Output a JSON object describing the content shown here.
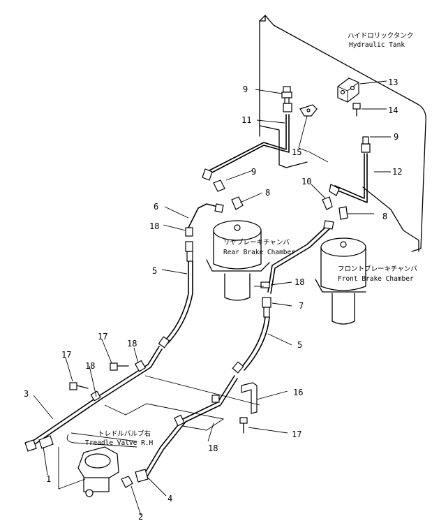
{
  "labels": {
    "hydraulic_tank_jp": "ハイドロリックタンク",
    "hydraulic_tank_en": "Hydraulic Tank",
    "rear_chamber_jp": "リヤブレーキチャンバ",
    "rear_chamber_en": "Rear Brake Chamber",
    "front_chamber_jp": "フロントブレーキチャンバ",
    "front_chamber_en": "Front Brake Chamber",
    "treadle_jp": "トレドルバルブ右",
    "treadle_en": "Treadle Valve R.H"
  },
  "callouts": {
    "c1": "1",
    "c2": "2",
    "c3": "3",
    "c4": "4",
    "c5a": "5",
    "c5b": "5",
    "c6": "6",
    "c7": "7",
    "c8a": "8",
    "c8b": "8",
    "c9a": "9",
    "c9b": "9",
    "c9c": "9",
    "c10": "10",
    "c11": "11",
    "c12": "12",
    "c13": "13",
    "c14": "14",
    "c15": "15",
    "c16": "16",
    "c17a": "17",
    "c17b": "17",
    "c17c": "17",
    "c18a": "18",
    "c18b": "18",
    "c18c": "18",
    "c18d": "18",
    "c18e": "18"
  }
}
